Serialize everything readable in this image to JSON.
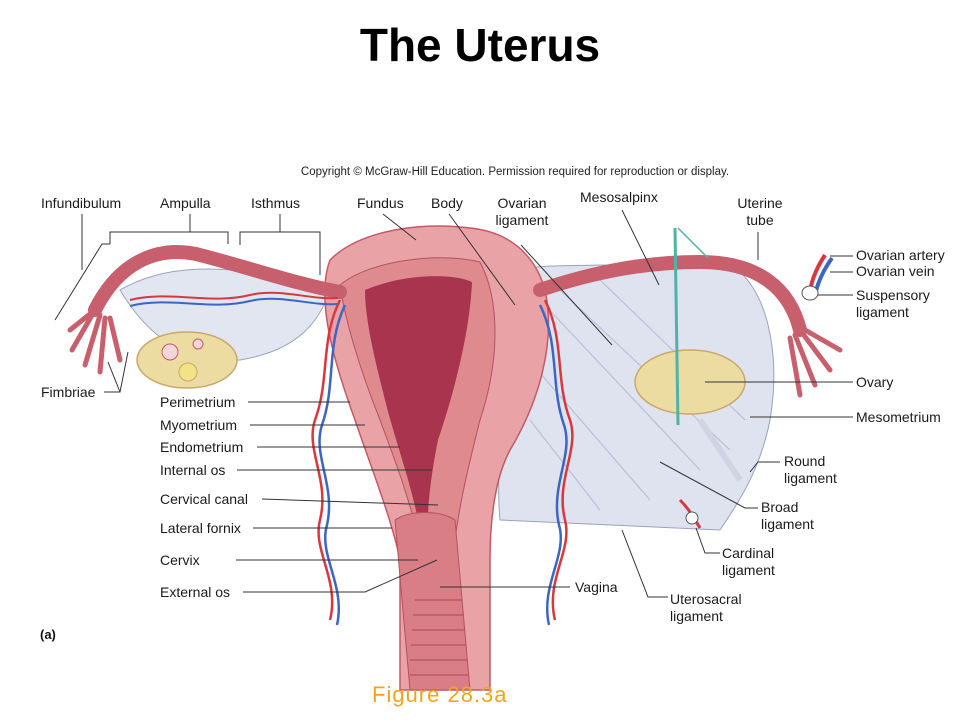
{
  "title": "The Uterus",
  "copyright": "Copyright © McGraw-Hill Education. Permission required for reproduction or display.",
  "panel_letter": "(a)",
  "figure_caption": "Figure 28.3a",
  "labels": {
    "infundibulum": "Infundibulum",
    "ampulla": "Ampulla",
    "isthmus": "Isthmus",
    "fundus": "Fundus",
    "body": "Body",
    "ovarian_ligament_1": "Ovarian",
    "ovarian_ligament_2": "ligament",
    "mesosalpinx": "Mesosalpinx",
    "uterine_tube_1": "Uterine",
    "uterine_tube_2": "tube",
    "ovarian_artery": "Ovarian artery",
    "ovarian_vein": "Ovarian vein",
    "suspensory_1": "Suspensory",
    "suspensory_2": "ligament",
    "ovary": "Ovary",
    "mesometrium": "Mesometrium",
    "round_1": "Round",
    "round_2": "ligament",
    "broad_1": "Broad",
    "broad_2": "ligament",
    "cardinal_1": "Cardinal",
    "cardinal_2": "ligament",
    "uterosacral_1": "Uterosacral",
    "uterosacral_2": "ligament",
    "vagina": "Vagina",
    "fimbriae": "Fimbriae",
    "perimetrium": "Perimetrium",
    "myometrium": "Myometrium",
    "endometrium": "Endometrium",
    "internal_os": "Internal os",
    "cervical_canal": "Cervical canal",
    "lateral_fornix": "Lateral fornix",
    "cervix": "Cervix",
    "external_os": "External os"
  },
  "colors": {
    "tissue": "#e9a3a6",
    "tissue_dark": "#c45a66",
    "cavity": "#a8344e",
    "broad_ligament": "#dfe3ef",
    "artery": "#d7383e",
    "vein": "#3b66c4",
    "ovary": "#ecdca2",
    "caption": "#f2a51b"
  }
}
